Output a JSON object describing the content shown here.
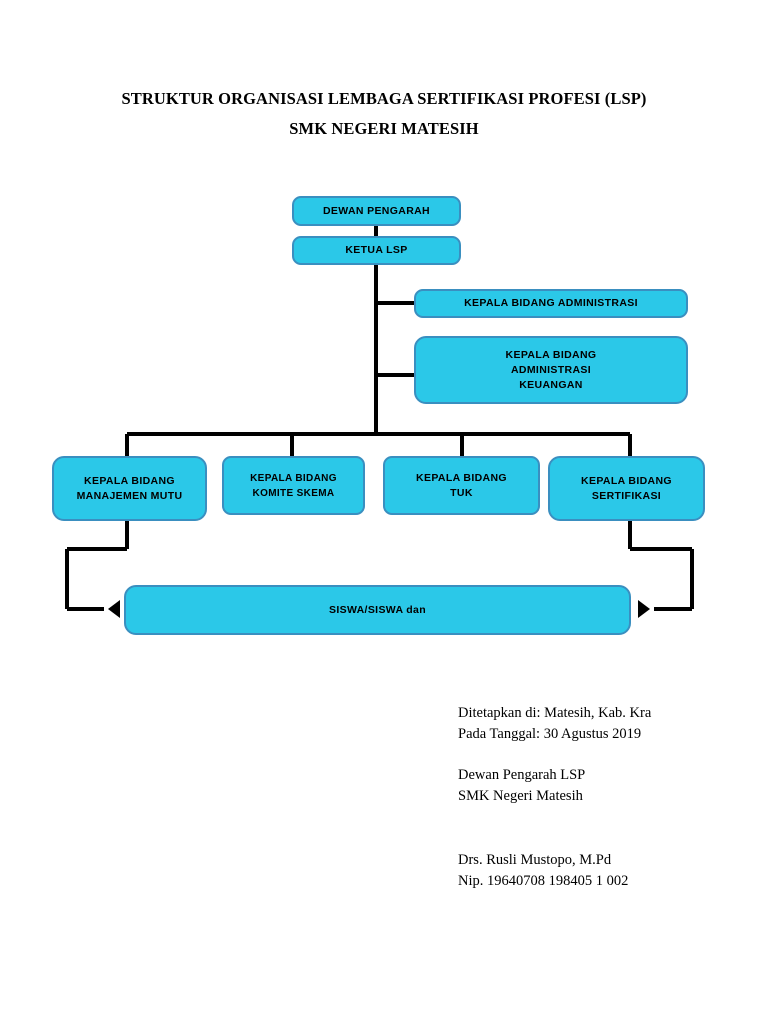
{
  "document": {
    "title_lines": [
      "STRUKTUR ORGANISASI LEMBAGA SERTIFIKASI PROFESI (LSP)",
      "SMK NEGERI MATESIH"
    ]
  },
  "colors": {
    "node_fill": "#2BC8E8",
    "node_border": "#3A8FC0",
    "connector": "#000000",
    "text": "#000000",
    "page_background": "#FFFFFF"
  },
  "chart_data": {
    "type": "diagram",
    "diagram_kind": "organizational-chart",
    "title": "STRUKTUR ORGANISASI LEMBAGA SERTIFIKASI PROFESI (LSP) SMK NEGERI MATESIH",
    "nodes": [
      {
        "id": "dewan",
        "label": "DEWAN PENGARAH",
        "level": 0
      },
      {
        "id": "ketua",
        "label": "KETUA LSP",
        "level": 1
      },
      {
        "id": "adm",
        "label": "KEPALA BIDANG ADMINISTRASI",
        "level": 2
      },
      {
        "id": "admkeu",
        "label": "KEPALA BIDANG ADMINISTRASI KEUANGAN",
        "level": 2,
        "label_lines": [
          "KEPALA BIDANG",
          "ADMINISTRASI",
          "KEUANGAN"
        ]
      },
      {
        "id": "mutu",
        "label": "KEPALA BIDANG MANAJEMEN MUTU",
        "level": 3,
        "label_lines": [
          "KEPALA BIDANG",
          "MANAJEMEN MUTU"
        ]
      },
      {
        "id": "komite",
        "label": "KEPALA BIDANG KOMITE SKEMA",
        "level": 3,
        "label_lines": [
          "KEPALA BIDANG",
          "KOMITE SKEMA"
        ]
      },
      {
        "id": "tuk",
        "label": "KEPALA BIDANG TUK",
        "level": 3,
        "label_lines": [
          "KEPALA BIDANG",
          "TUK"
        ]
      },
      {
        "id": "sertifikasi",
        "label": "KEPALA BIDANG SERTIFIKASI",
        "level": 3,
        "label_lines": [
          "KEPALA BIDANG",
          "SERTIFIKASI"
        ]
      },
      {
        "id": "siswa",
        "label": "SISWA/SISWA dan",
        "level": 4
      }
    ],
    "edges": [
      {
        "from": "dewan",
        "to": "ketua",
        "style": "line"
      },
      {
        "from": "ketua",
        "to": "adm",
        "style": "line"
      },
      {
        "from": "ketua",
        "to": "admkeu",
        "style": "line"
      },
      {
        "from": "ketua",
        "to": "mutu",
        "style": "line"
      },
      {
        "from": "ketua",
        "to": "komite",
        "style": "line"
      },
      {
        "from": "ketua",
        "to": "tuk",
        "style": "line"
      },
      {
        "from": "ketua",
        "to": "sertifikasi",
        "style": "line"
      },
      {
        "from": "mutu",
        "to": "siswa",
        "style": "arrow",
        "arrow_side": "left"
      },
      {
        "from": "sertifikasi",
        "to": "siswa",
        "style": "arrow",
        "arrow_side": "right"
      }
    ]
  },
  "nodes": {
    "dewan": "DEWAN PENGARAH",
    "ketua": "KETUA LSP",
    "adm": "KEPALA BIDANG ADMINISTRASI",
    "admkeu_l1": "KEPALA BIDANG",
    "admkeu_l2": "ADMINISTRASI",
    "admkeu_l3": "KEUANGAN",
    "mutu_l1": "KEPALA BIDANG",
    "mutu_l2": "MANAJEMEN MUTU",
    "komite_l1": "KEPALA BIDANG",
    "komite_l2": "KOMITE SKEMA",
    "tuk_l1": "KEPALA BIDANG",
    "tuk_l2": "TUK",
    "sertifikasi_l1": "KEPALA BIDANG",
    "sertifikasi_l2": "SERTIFIKASI",
    "siswa": "SISWA/SISWA dan"
  },
  "footer": {
    "place_line": "Ditetapkan di: Matesih, Kab. Kra",
    "date_line": "Pada Tanggal: 30 Agustus 2019",
    "org_line_1": "Dewan Pengarah LSP",
    "org_line_2": "SMK Negeri Matesih",
    "signer_name": "Drs. Rusli Mustopo, M.Pd",
    "signer_nip": "Nip. 19640708 198405 1 002"
  }
}
